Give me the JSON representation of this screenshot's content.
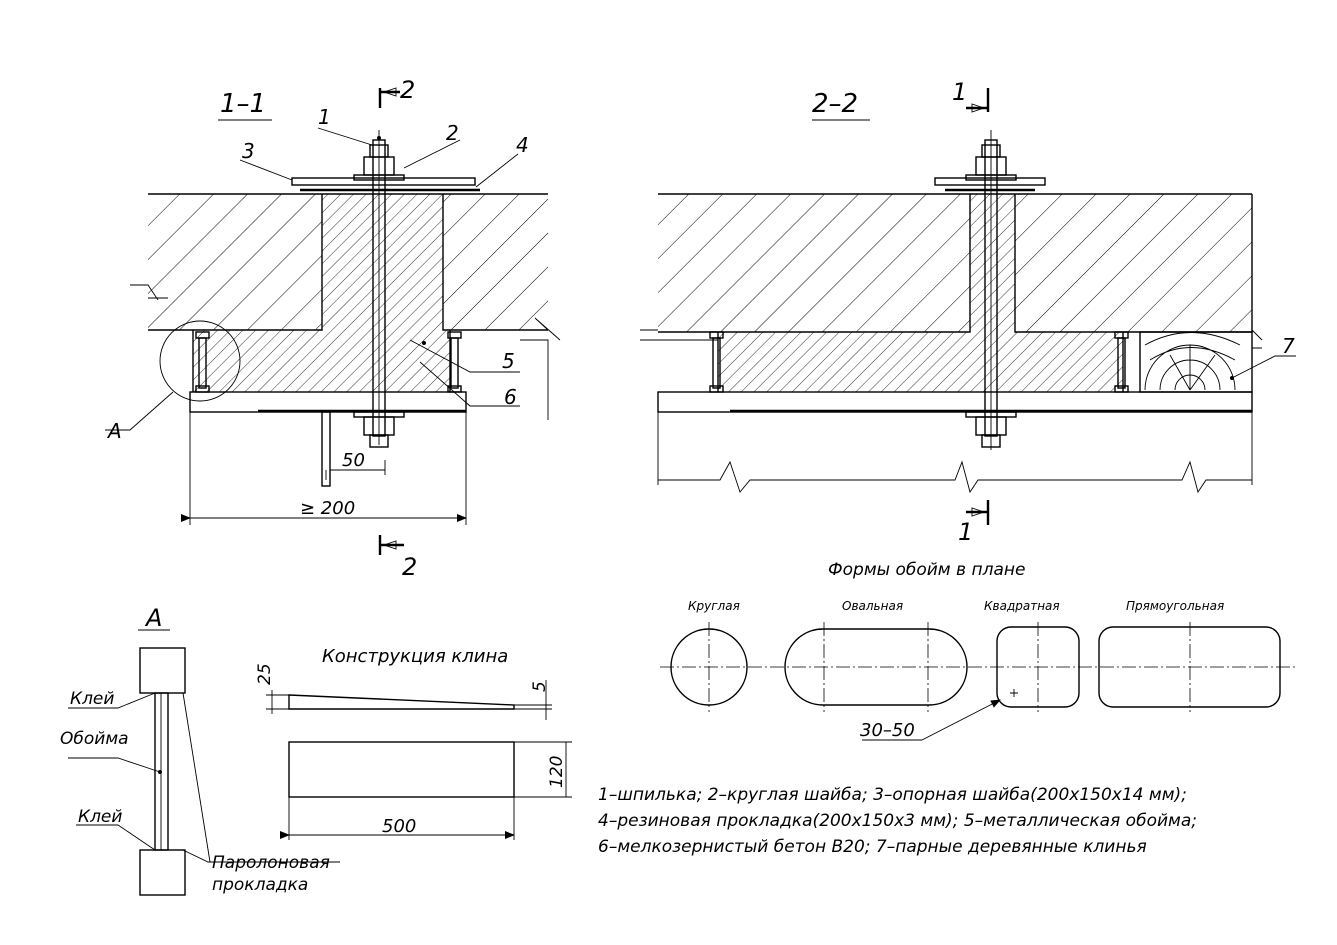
{
  "sections": {
    "s11_title": "1–1",
    "s22_title": "2–2",
    "cut_2_top": "2",
    "cut_2_bottom": "2",
    "cut_1_top": "1",
    "cut_1_bottom": "1"
  },
  "callouts": {
    "n1": "1",
    "n2": "2",
    "n3": "3",
    "n4": "4",
    "n5": "5",
    "n6": "6",
    "n7": "7",
    "nA": "A"
  },
  "dims": {
    "d50": "50",
    "d200": "≥ 200",
    "d25": "25",
    "d5": "5",
    "d120": "120",
    "d500": "500",
    "d3050": "30–50"
  },
  "detail_a": {
    "title": "A",
    "glue_top": "Клей",
    "clip": "Обойма",
    "glue_bottom": "Клей",
    "foam_1": "Паролоновая",
    "foam_2": "прокладка"
  },
  "wedge": {
    "title": "Конструкция клина"
  },
  "shapes": {
    "title": "Формы обойм в плане",
    "round": "Круглая",
    "oval": "Овальная",
    "square": "Квадратная",
    "rect": "Прямоугольная"
  },
  "legend": {
    "line1": "1–шпилька; 2–круглая шайба; 3–опорная шайба(200х150х14 мм);",
    "line2": "4–резиновая прокладка(200х150х3 мм); 5–металлическая обойма;",
    "line3": "6–мелкозернистый бетон В20; 7–парные деревянные клинья"
  }
}
